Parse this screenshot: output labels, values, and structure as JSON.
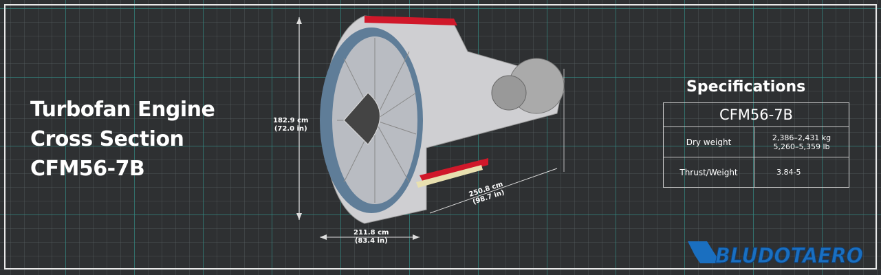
{
  "title": {
    "line1": "Turbofan Engine",
    "line2": "Cross Section",
    "line3": "CFM56-7B"
  },
  "specs": {
    "heading": "Specifications",
    "model": "CFM56-7B",
    "rows": [
      {
        "label": "Dry weight",
        "value1": "2,386–2,431 kg",
        "value2": "5,260–5,359 lb"
      },
      {
        "label": "Thrust/Weight",
        "value1": "3.84-5"
      }
    ]
  },
  "dimensions": {
    "height_cm": "182.9 cm",
    "height_in": "(72.0 in)",
    "fan_cm": "211.8 cm",
    "fan_in": "(83.4 in)",
    "length_cm": "250.8 cm",
    "length_in": "(98.7 in)"
  },
  "logo": {
    "text": "BLUDOTAERO"
  },
  "colors": {
    "background": "#2e3032",
    "grid": "#28968c",
    "accent_red": "#d0182a",
    "logo_blue": "#1a6fc0"
  }
}
